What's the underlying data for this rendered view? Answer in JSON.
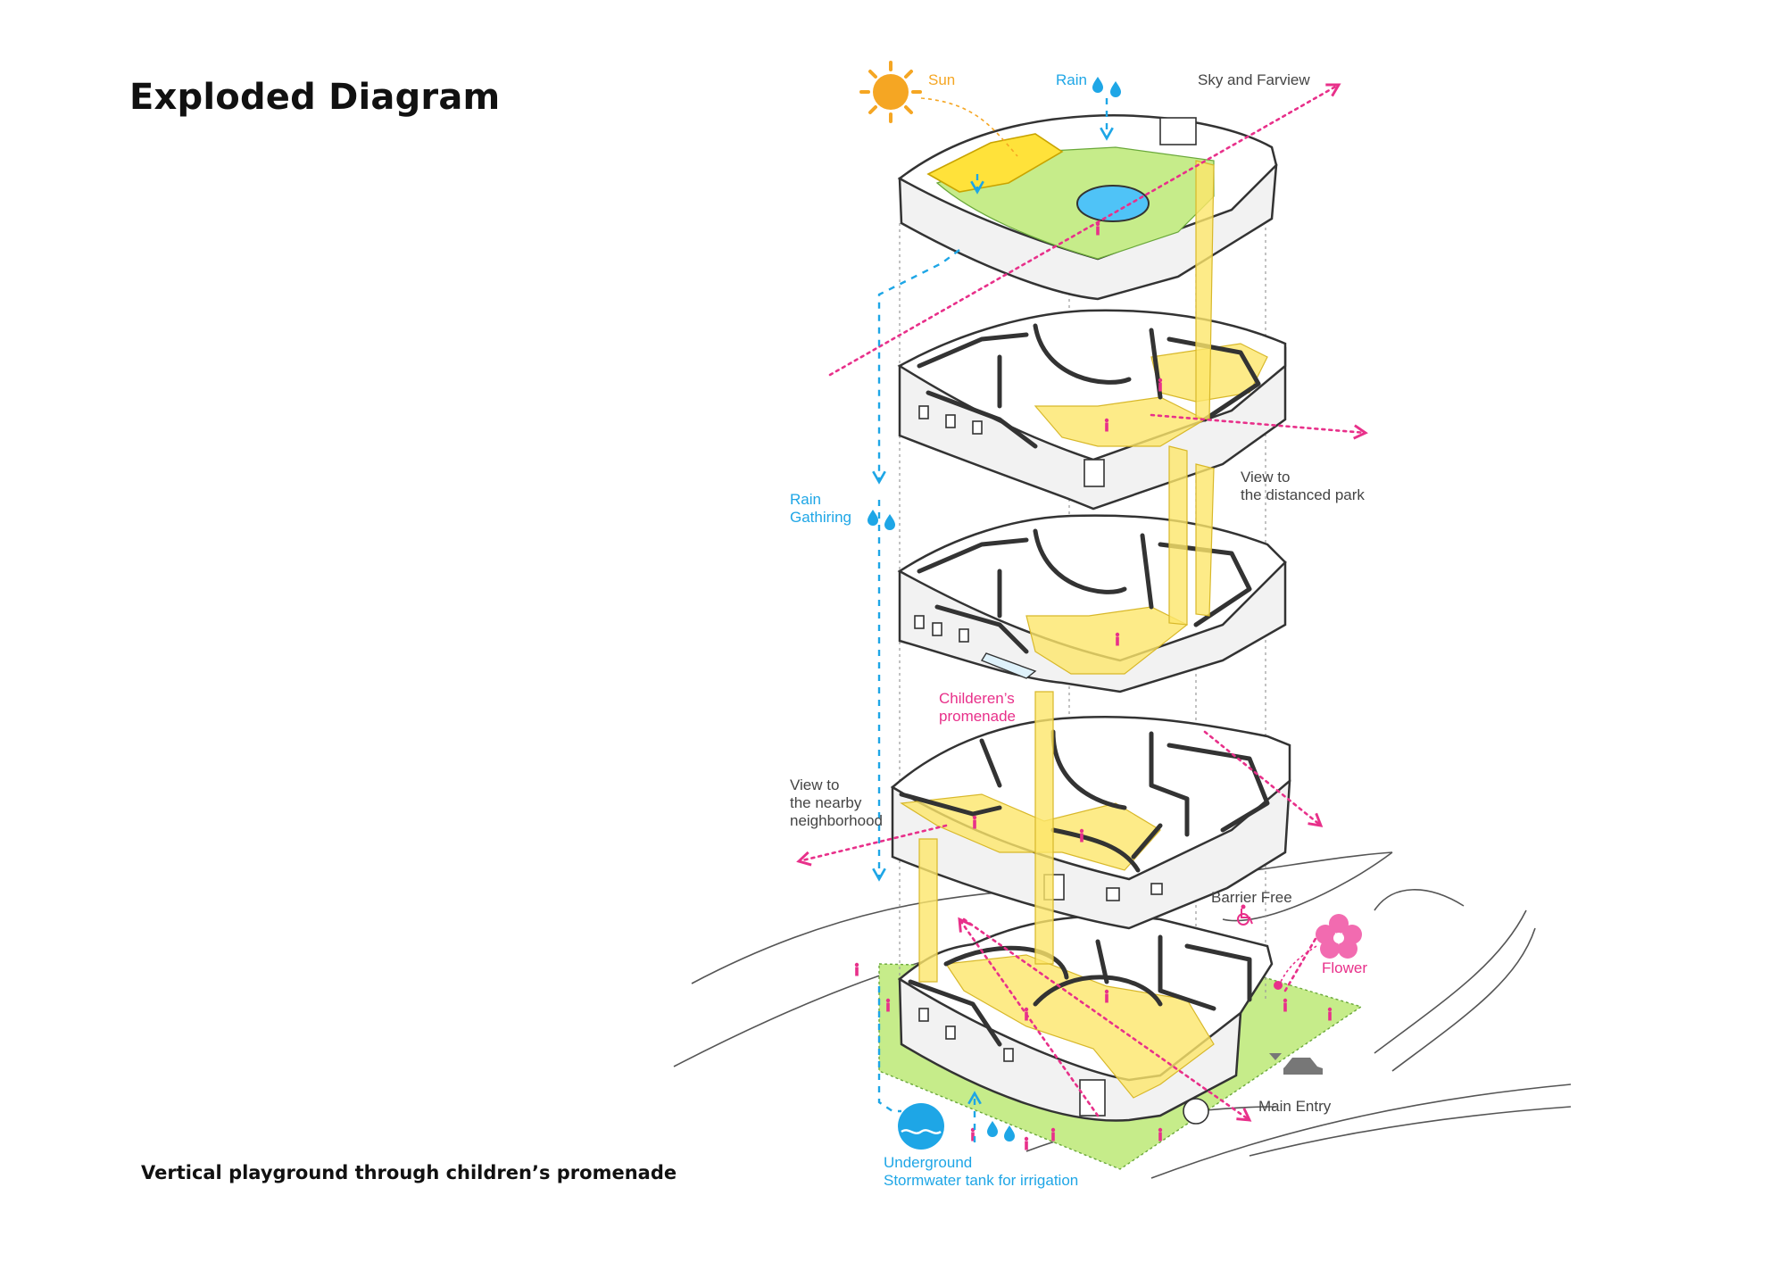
{
  "title": "Exploded Diagram",
  "caption": "Vertical playground through children’s promenade",
  "labels": {
    "sun": "Sun",
    "rain": "Rain",
    "sky": "Sky and Farview",
    "park_1": "View to",
    "park_2": "the distanced park",
    "rain_gather_1": "Rain",
    "rain_gather_2": "Gathiring",
    "promenade_1": "Childeren’s",
    "promenade_2": "promenade",
    "neighborhood_1": "View to",
    "neighborhood_2": "the nearby",
    "neighborhood_3": "neighborhood",
    "barrier": "Barrier Free",
    "flower": "Flower",
    "entry": "Main Entry",
    "tank_1": "Underground",
    "tank_2": "Stormwater tank for irrigation"
  },
  "colors": {
    "pink": "#e8308a",
    "blue": "#1ea6e6",
    "orange": "#f5a623",
    "yellow": "#fde66a",
    "green": "#c6ec8a",
    "grey_text": "#444444"
  },
  "icons": [
    "sun-icon",
    "raindrops-icon",
    "water-tank-icon",
    "wheelchair-icon",
    "flower-icon",
    "car-icon"
  ]
}
